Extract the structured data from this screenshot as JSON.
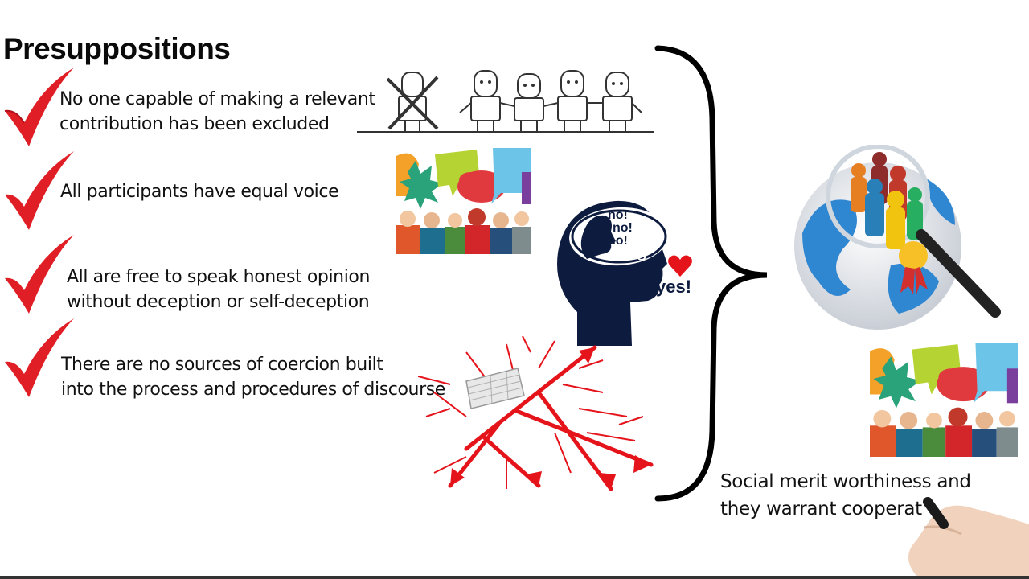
{
  "title": "Presuppositions",
  "presuppositions": [
    {
      "lines": [
        "No one capable of making a relevant",
        "contribution has been excluded"
      ]
    },
    {
      "lines": [
        "All participants have equal voice"
      ]
    },
    {
      "lines": [
        "All are free to speak honest opinion",
        "without deception or self-deception"
      ]
    },
    {
      "lines": [
        "There are no sources of coercion built",
        "into the process and procedures of discourse"
      ]
    }
  ],
  "head_illustration": {
    "thought_words": [
      "no!",
      "no!",
      "no!"
    ],
    "spoken_word": "yes!"
  },
  "result": {
    "lines": [
      "Social merit worthiness and",
      "they warrant cooperat"
    ]
  },
  "colors": {
    "check_red": "#e01e25",
    "head_navy": "#0d1b3e",
    "arrow_red": "#e5141b",
    "brace": "#000000"
  }
}
